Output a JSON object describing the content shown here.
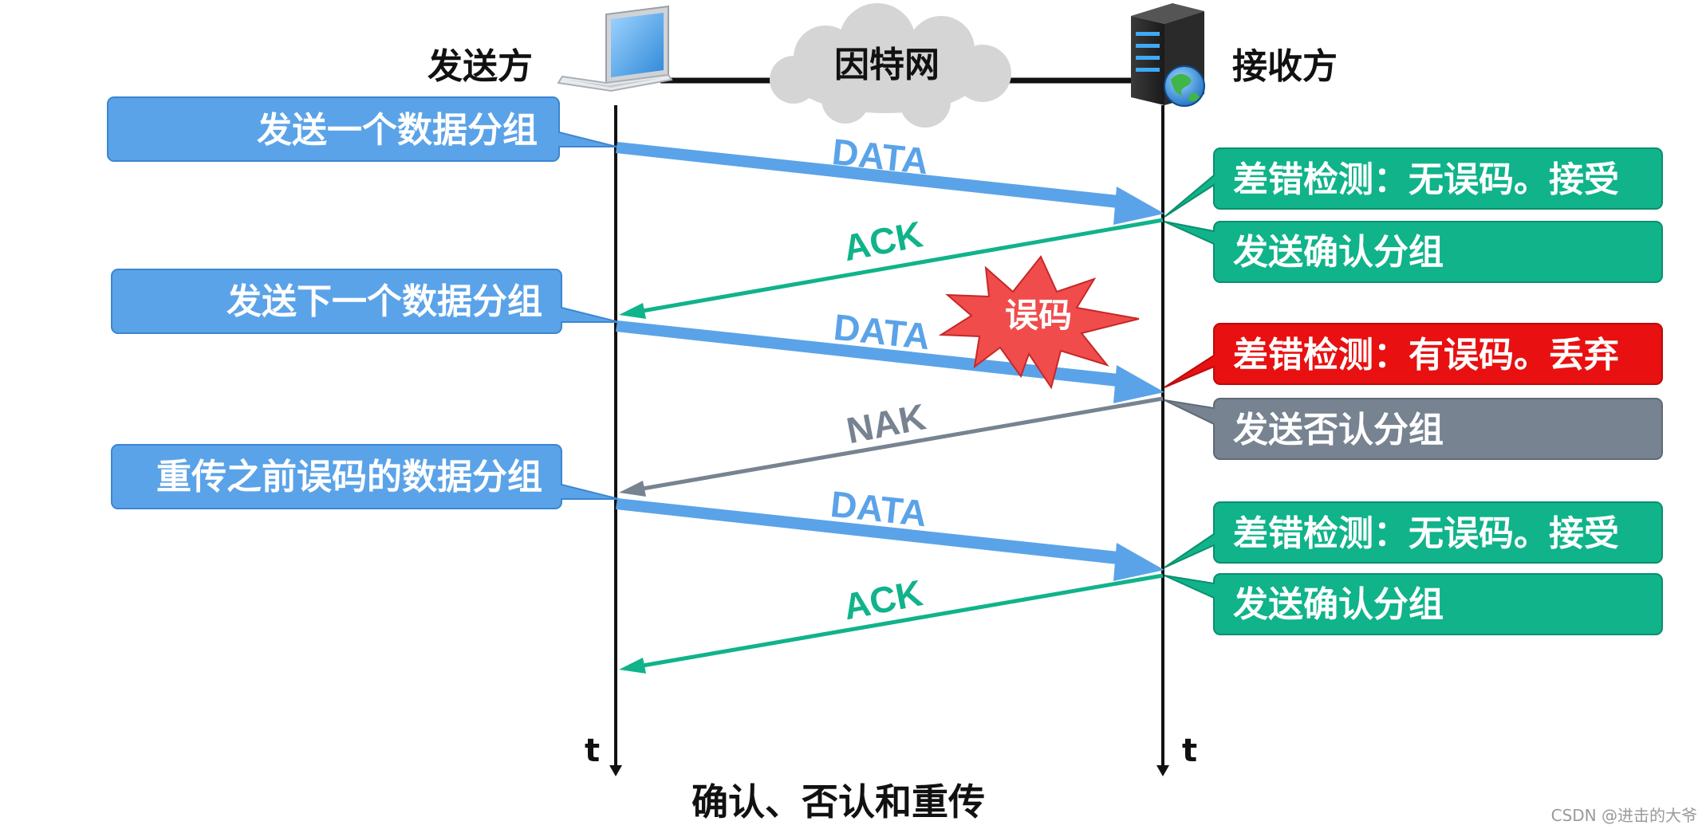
{
  "header": {
    "sender_label": "发送方",
    "receiver_label": "接收方",
    "network_label": "因特网"
  },
  "sender_notes": [
    "发送一个数据分组",
    "发送下一个数据分组",
    "重传之前误码的数据分组"
  ],
  "receiver_notes": [
    {
      "text": "差错检测：无误码。接受",
      "color": "#10b38a"
    },
    {
      "text": "发送确认分组",
      "color": "#10b38a"
    },
    {
      "text": "差错检测：有误码。丢弃",
      "color": "#e81010"
    },
    {
      "text": "发送否认分组",
      "color": "#778391"
    },
    {
      "text": "差错检测：无误码。接受",
      "color": "#10b38a"
    },
    {
      "text": "发送确认分组",
      "color": "#10b38a"
    }
  ],
  "messages": [
    {
      "label": "DATA",
      "direction": "to-receiver",
      "color": "#5ba3e8"
    },
    {
      "label": "ACK",
      "direction": "to-sender",
      "color": "#10b38a"
    },
    {
      "label": "DATA",
      "direction": "to-receiver",
      "color": "#5ba3e8"
    },
    {
      "label": "NAK",
      "direction": "to-sender",
      "color": "#778391"
    },
    {
      "label": "DATA",
      "direction": "to-receiver",
      "color": "#5ba3e8"
    },
    {
      "label": "ACK",
      "direction": "to-sender",
      "color": "#10b38a"
    }
  ],
  "error_burst_label": "误码",
  "time_labels": {
    "sender": "t",
    "receiver": "t"
  },
  "caption": "确认、否认和重传",
  "watermark": "CSDN @进击的大爷",
  "colors": {
    "sender_note": "#5ba3e8",
    "ack": "#10b38a",
    "nak": "#778391",
    "error": "#e81010",
    "burst": "#f04c4c"
  },
  "icons": {
    "sender": "laptop-icon",
    "receiver": "server-icon",
    "network": "cloud-icon"
  }
}
